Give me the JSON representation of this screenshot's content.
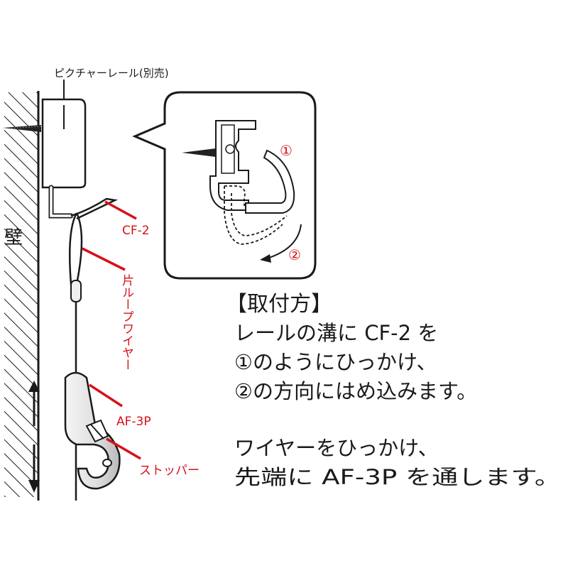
{
  "labels": {
    "picture_rail": "ピクチャーレール(別売)",
    "wall": "壁",
    "cf2": "CF-2",
    "single_loop_wire": "片ループワイヤー",
    "af3p": "AF-3P",
    "stopper": "ストッパー"
  },
  "callout": {
    "step1": "①",
    "step2": "②"
  },
  "instructions": {
    "heading": "【取付方】",
    "lines1": [
      "レールの溝に CF-2 を",
      "①のようにひっかけ、",
      "②の方向にはめ込みます。"
    ],
    "lines2": [
      "ワイヤーをひっかけ、",
      "先端に AF-3P を通します。"
    ]
  },
  "colors": {
    "accent": "#d7101a",
    "ink": "#1a1a1a",
    "hook": "#dcdcdc"
  }
}
